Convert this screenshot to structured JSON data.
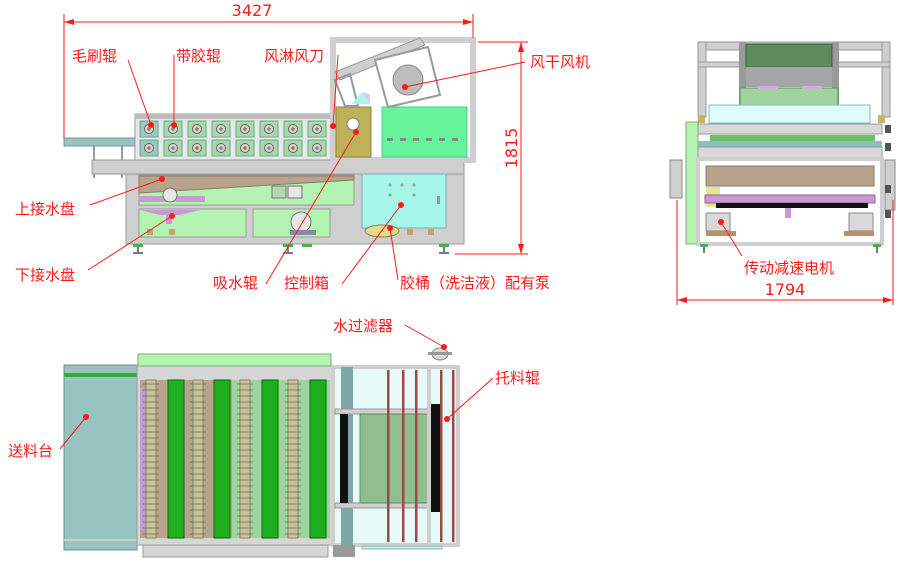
{
  "diagram": {
    "title": "Brush roller cleaning machine – three-view drawing",
    "colors": {
      "annotation": "#ff1a1a",
      "frame": "#cfcfcf",
      "frame_edge": "#9a9a9a",
      "light_green": "#b3f5b0",
      "panel_green": "#66f59a",
      "olive": "#bdb25a",
      "cyan_box": "#a6f7ea",
      "roller_green": "#1fae1f",
      "feed_table": "#97c3c1",
      "brown": "#b8a38c",
      "purple": "#c79ad1"
    },
    "dimensions": {
      "overall_length": "3427",
      "overall_height": "1815",
      "overall_width": "1794"
    },
    "front_view_labels": {
      "brush_roller": "毛刷辊",
      "rubber_roller": "带胶辊",
      "air_shower_knife": "风淋风刀",
      "drying_fan": "风干风机",
      "upper_drip_tray": "上接水盘",
      "lower_drip_tray": "下接水盘",
      "water_absorb_roller": "吸水辊",
      "control_box": "控制箱",
      "glue_bucket": "胶桶（洗洁液）配有泵"
    },
    "side_view_labels": {
      "drive_motor": "传动减速电机"
    },
    "top_view_labels": {
      "feed_table": "送料台",
      "water_filter": "水过滤器",
      "support_roller": "托料辊"
    }
  }
}
